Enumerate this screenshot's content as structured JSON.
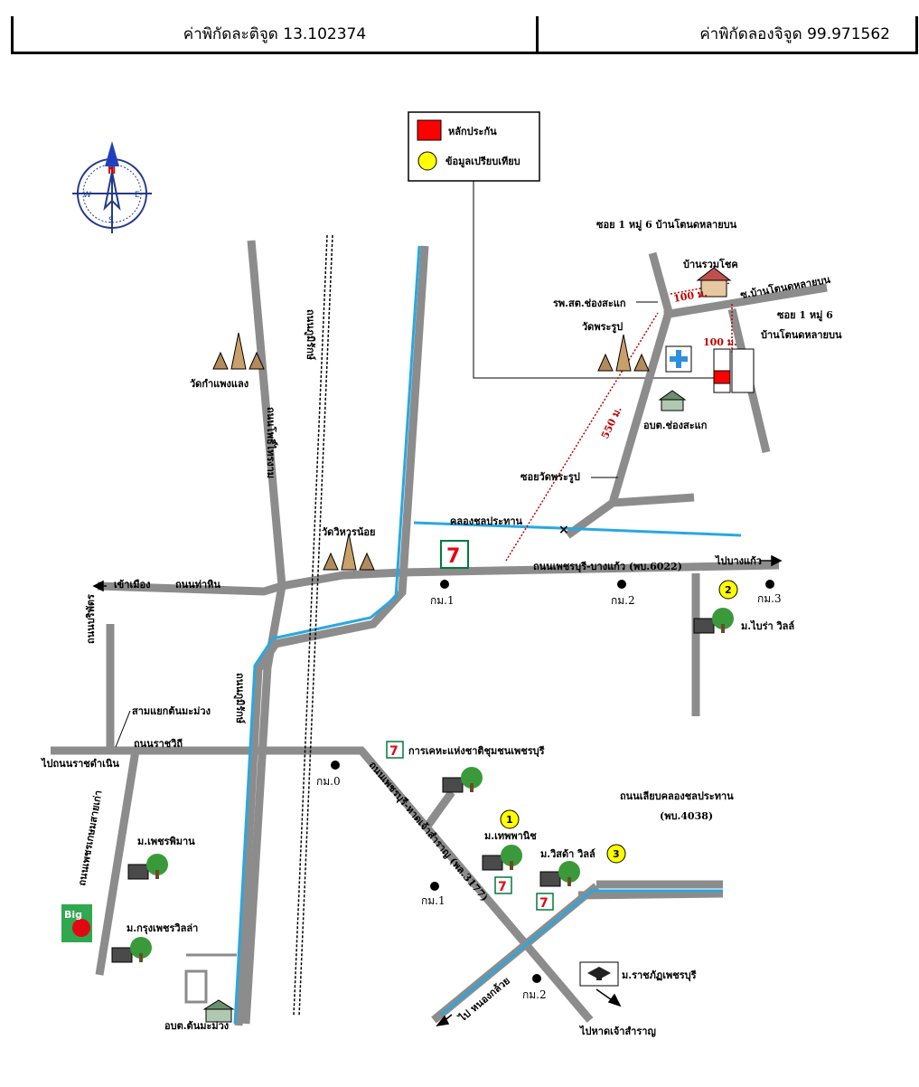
{
  "coordinates": {
    "latitude_label": "ค่าพิกัดละติจูด 13.102374",
    "longitude_label": "ค่าพิกัดลองจิจูด 99.971562"
  },
  "legend": {
    "collateral": "หลักประกัน",
    "comparable": "ข้อมูลเปรียบเทียบ"
  },
  "compass": {
    "n": "N",
    "s": "S",
    "e": "E",
    "w": "W"
  },
  "colors": {
    "road": "#8c8c8c",
    "canal": "#29a8e0",
    "distance": "#c00000",
    "collateral": "#ff0000",
    "comparable": "#ffff00"
  },
  "labels": {
    "soi1_top": "ซอย 1 หมู่ 6 บ้านโตนดหลายบน",
    "baan_ruamchok": "บ้านรวมโชค",
    "hospital": "รพ.สต.ช่องสะแก",
    "soi_baan_tanot": "ซ.บ้านโตนดหลายบน",
    "soi1_right_1": "ซอย 1 หมู่ 6",
    "soi1_right_2": "บ้านโตนดหลายบน",
    "wat_phra_roop": "วัดพระรูป",
    "obt_chongsakae": "อบต.ช่องสะแก",
    "soi_wat_phra_roop": "ซอยวัดพระรูป",
    "wat_kampaeng": "วัดกำแพงแลง",
    "road_pongphrai": "ถนนโพธิ์ไทรงาม",
    "road_railway": "ถนนภูมิรักษ์",
    "wat_viharn_noi": "วัดวิหารน้อย",
    "canal": "คลองชลประทาน",
    "road_main": "ถนนเพชรบุรี-บางแก้ว (พบ.6022)",
    "to_bangkaew": "ไปบางแก้ว",
    "to_city": "เข้าเมือง",
    "road_thahin": "ถนนท่าหิน",
    "km1_top": "กม.1",
    "km2_top": "กม.2",
    "km3_top": "กม.3",
    "moo_baan_2": "ม.ไบร่า วิลล์",
    "road_borivat": "ถนนบริพัตร",
    "sam_yaek": "สามแยกต้นมะม่วง",
    "road_ratchawithi": "ถนนราชวิถี",
    "to_ratchadamnoen": "ไปถนนราชดำเนิน",
    "road_phumirak2": "ถนนภูมิรักษ์",
    "km0": "กม.0",
    "elec": "การเคหะแห่งชาติชุมชนเพชรบุรี",
    "road_canal_side_1": "ถนนเลียบคลองชลประทาน",
    "road_canal_side_2": "(พบ.4038)",
    "road_phetkasem": "ถนนเพชรเกษมสายเก่า",
    "m_phetphiman": "ม.เพชรพิมาน",
    "m_thepphanich": "ม.เทพพานิช",
    "m_visada": "ม.วิสด้า วิลล์",
    "road_hat_chao": "ถนนเพชรบุรี-หาดเจ้าสำราญ (พล.3177)",
    "km1_bottom": "กม.1",
    "m_krungphet": "ม.กรุงเพชรวิลล่า",
    "km2_bottom": "กม.2",
    "ratchaphat": "ม.ราชภัฏเพชรบุรี",
    "obt_tonmamuang": "อบต.ต้นมะม่วง",
    "to_hat_chao": "ไปหาดเจ้าสำราญ",
    "to_nong": "ไป หนองกล้วย",
    "big_c": "Big"
  },
  "markers": {
    "m1": "1",
    "m2": "2",
    "m3": "3"
  },
  "distances": {
    "d100_top": "100 ม.",
    "d100_right": "100 ม.",
    "d550": "550 ม."
  }
}
